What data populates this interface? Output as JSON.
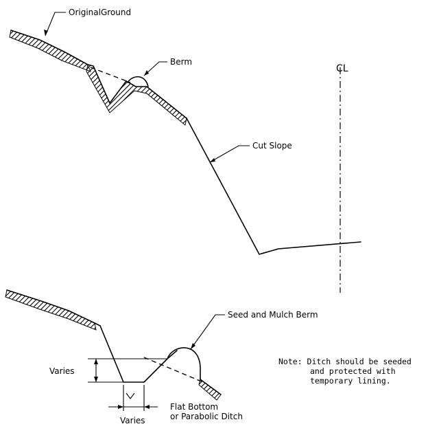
{
  "labels": {
    "original_ground": "OriginalGround",
    "berm": "Berm",
    "centerline": "CL",
    "cut_slope": "Cut Slope",
    "seed_mulch_berm": "Seed and Mulch Berm",
    "varies_vertical": "Varies",
    "varies_horizontal": "Varies",
    "flat_bottom_line1": "Flat Bottom",
    "flat_bottom_line2": "or Parabolic Ditch",
    "note_line1": "Note: Ditch should be seeded",
    "note_line2": "and protected with",
    "note_line3": "temporary lining."
  }
}
